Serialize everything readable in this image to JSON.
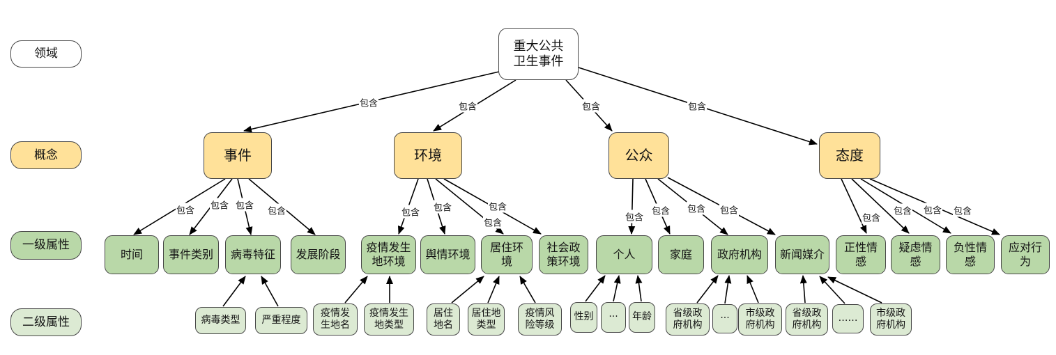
{
  "legend": {
    "items": [
      {
        "id": "domain",
        "label": "领域"
      },
      {
        "id": "concept",
        "label": "概念"
      },
      {
        "id": "attr1",
        "label": "一级属性"
      },
      {
        "id": "attr2",
        "label": "二级属性"
      }
    ]
  },
  "nodes": {
    "root": {
      "label": "重大公共\n卫生事件",
      "type": "领域"
    },
    "concepts": [
      {
        "label": "事件"
      },
      {
        "label": "环境"
      },
      {
        "label": "公众"
      },
      {
        "label": "态度"
      }
    ],
    "attr1": [
      {
        "label": "时间",
        "parent": "事件"
      },
      {
        "label": "事件类别",
        "parent": "事件"
      },
      {
        "label": "病毒特征",
        "parent": "事件"
      },
      {
        "label": "发展阶段",
        "parent": "事件"
      },
      {
        "label": "疫情发生\n地环境",
        "parent": "环境"
      },
      {
        "label": "舆情环境",
        "parent": "环境"
      },
      {
        "label": "居住环\n境",
        "parent": "环境"
      },
      {
        "label": "社会政\n策环境",
        "parent": "环境"
      },
      {
        "label": "个人",
        "parent": "公众"
      },
      {
        "label": "家庭",
        "parent": "公众"
      },
      {
        "label": "政府机构",
        "parent": "公众"
      },
      {
        "label": "新闻媒介",
        "parent": "公众"
      },
      {
        "label": "正性情\n感",
        "parent": "态度"
      },
      {
        "label": "疑虑情\n感",
        "parent": "态度"
      },
      {
        "label": "负性情\n感",
        "parent": "态度"
      },
      {
        "label": "应对行\n为",
        "parent": "态度"
      }
    ],
    "attr2": [
      {
        "label": "病毒类型",
        "parent": "病毒特征"
      },
      {
        "label": "严重程度",
        "parent": "病毒特征"
      },
      {
        "label": "疫情发\n生地名",
        "parent": "疫情发生地环境"
      },
      {
        "label": "疫情发生\n地类型",
        "parent": "疫情发生地环境"
      },
      {
        "label": "居住\n地名",
        "parent": "居住环境"
      },
      {
        "label": "居住地\n类型",
        "parent": "居住环境"
      },
      {
        "label": "疫情风\n险等级",
        "parent": "居住环境"
      },
      {
        "label": "性别",
        "parent": "个人"
      },
      {
        "label": "···",
        "parent": "个人"
      },
      {
        "label": "年龄",
        "parent": "个人"
      },
      {
        "label": "省级政\n府机构",
        "parent": "政府机构"
      },
      {
        "label": "···",
        "parent": "政府机构"
      },
      {
        "label": "市级政\n府机构",
        "parent": "政府机构"
      },
      {
        "label": "省级政\n府机构",
        "parent": "新闻媒介"
      },
      {
        "label": "……",
        "parent": "新闻媒介"
      },
      {
        "label": "市级政\n府机构",
        "parent": "新闻媒介"
      }
    ]
  },
  "edges": [
    {
      "from": "重大公共卫生事件",
      "to": "事件",
      "label": "包含"
    },
    {
      "from": "重大公共卫生事件",
      "to": "环境",
      "label": "包含"
    },
    {
      "from": "重大公共卫生事件",
      "to": "公众",
      "label": "包含"
    },
    {
      "from": "重大公共卫生事件",
      "to": "态度",
      "label": "包含"
    },
    {
      "from": "事件",
      "to": "时间",
      "label": "包含"
    },
    {
      "from": "事件",
      "to": "事件类别",
      "label": "包含"
    },
    {
      "from": "事件",
      "to": "病毒特征",
      "label": "包含"
    },
    {
      "from": "事件",
      "to": "发展阶段",
      "label": "包含"
    },
    {
      "from": "环境",
      "to": "疫情发生地环境",
      "label": "包含"
    },
    {
      "from": "环境",
      "to": "舆情环境",
      "label": "包含"
    },
    {
      "from": "环境",
      "to": "居住环境",
      "label": "包含"
    },
    {
      "from": "环境",
      "to": "社会政策环境",
      "label": "包含"
    },
    {
      "from": "公众",
      "to": "个人",
      "label": "包含"
    },
    {
      "from": "公众",
      "to": "家庭",
      "label": "包含"
    },
    {
      "from": "公众",
      "to": "政府机构",
      "label": "包含"
    },
    {
      "from": "公众",
      "to": "新闻媒介",
      "label": "包含"
    },
    {
      "from": "态度",
      "to": "正性情感",
      "label": "包含"
    },
    {
      "from": "态度",
      "to": "疑虑情感",
      "label": "包含"
    },
    {
      "from": "态度",
      "to": "负性情感",
      "label": "包含"
    },
    {
      "from": "态度",
      "to": "应对行为",
      "label": "包含"
    },
    {
      "from": "病毒类型",
      "to": "病毒特征",
      "label": ""
    },
    {
      "from": "严重程度",
      "to": "病毒特征",
      "label": ""
    },
    {
      "from": "疫情发生地名",
      "to": "疫情发生地环境",
      "label": ""
    },
    {
      "from": "疫情发生地类型",
      "to": "疫情发生地环境",
      "label": ""
    },
    {
      "from": "居住地名",
      "to": "居住环境",
      "label": ""
    },
    {
      "from": "居住地类型",
      "to": "居住环境",
      "label": ""
    },
    {
      "from": "疫情风险等级",
      "to": "居住环境",
      "label": ""
    },
    {
      "from": "性别",
      "to": "个人",
      "label": ""
    },
    {
      "from": "···",
      "to": "个人",
      "label": ""
    },
    {
      "from": "年龄",
      "to": "个人",
      "label": ""
    },
    {
      "from": "省级政府机构",
      "to": "政府机构",
      "label": ""
    },
    {
      "from": "···",
      "to": "政府机构",
      "label": ""
    },
    {
      "from": "市级政府机构",
      "to": "政府机构",
      "label": ""
    },
    {
      "from": "省级政府机构",
      "to": "新闻媒介",
      "label": ""
    },
    {
      "from": "……",
      "to": "新闻媒介",
      "label": ""
    },
    {
      "from": "市级政府机构",
      "to": "新闻媒介",
      "label": ""
    }
  ],
  "colors": {
    "domain_fill": "#ffffff",
    "concept_fill": "#FFE199",
    "attr1_fill": "#B9D8A8",
    "attr2_fill": "#DCEAD3",
    "border": "#464646",
    "edge": "#000000"
  }
}
